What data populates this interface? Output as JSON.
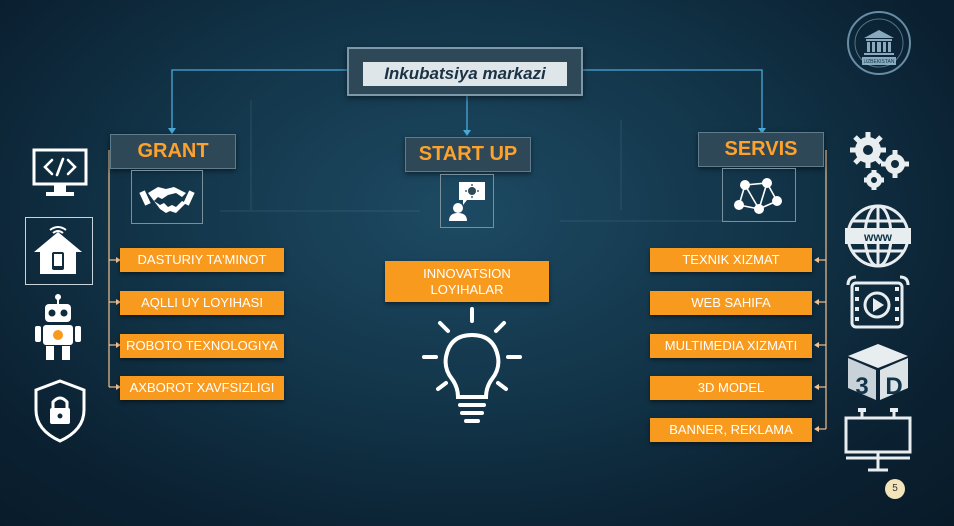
{
  "hub": {
    "title": "Inkubatsiya markazi"
  },
  "grant": {
    "title": "GRANT",
    "icon": "handshake-icon",
    "items": [
      "DASTURIY TA'MINOT",
      "AQLLI UY LOYIHASI",
      "ROBOTO TEXNOLOGIYA",
      "AXBOROT XAVFSIZLIGI"
    ]
  },
  "startup": {
    "title": "START UP",
    "icon": "idea-person-icon",
    "item": "INNOVATSION LOYIHALAR",
    "illustration": "lightbulb-icon"
  },
  "servis": {
    "title": "SERVIS",
    "icon": "network-icon",
    "items": [
      "TEXNIK XIZMAT",
      "WEB SAHIFA",
      "MULTIMEDIA XIZMATI",
      "3D MODEL",
      "BANNER, REKLAMA"
    ]
  },
  "left_icons": [
    "code-monitor-icon",
    "smart-home-icon",
    "robot-icon",
    "security-lock-icon"
  ],
  "right_icons": [
    "gears-icon",
    "www-globe-icon",
    "video-film-icon",
    "3d-icon",
    "billboard-icon"
  ],
  "emblem": {
    "text": "UZBEKISTAN"
  },
  "page_number": "5",
  "colors": {
    "accent": "#f79a1e",
    "heading": "#ffa22b",
    "header_bg": "#2f4858",
    "connector": "#4aa8d8",
    "bracket": "#f0c090"
  }
}
